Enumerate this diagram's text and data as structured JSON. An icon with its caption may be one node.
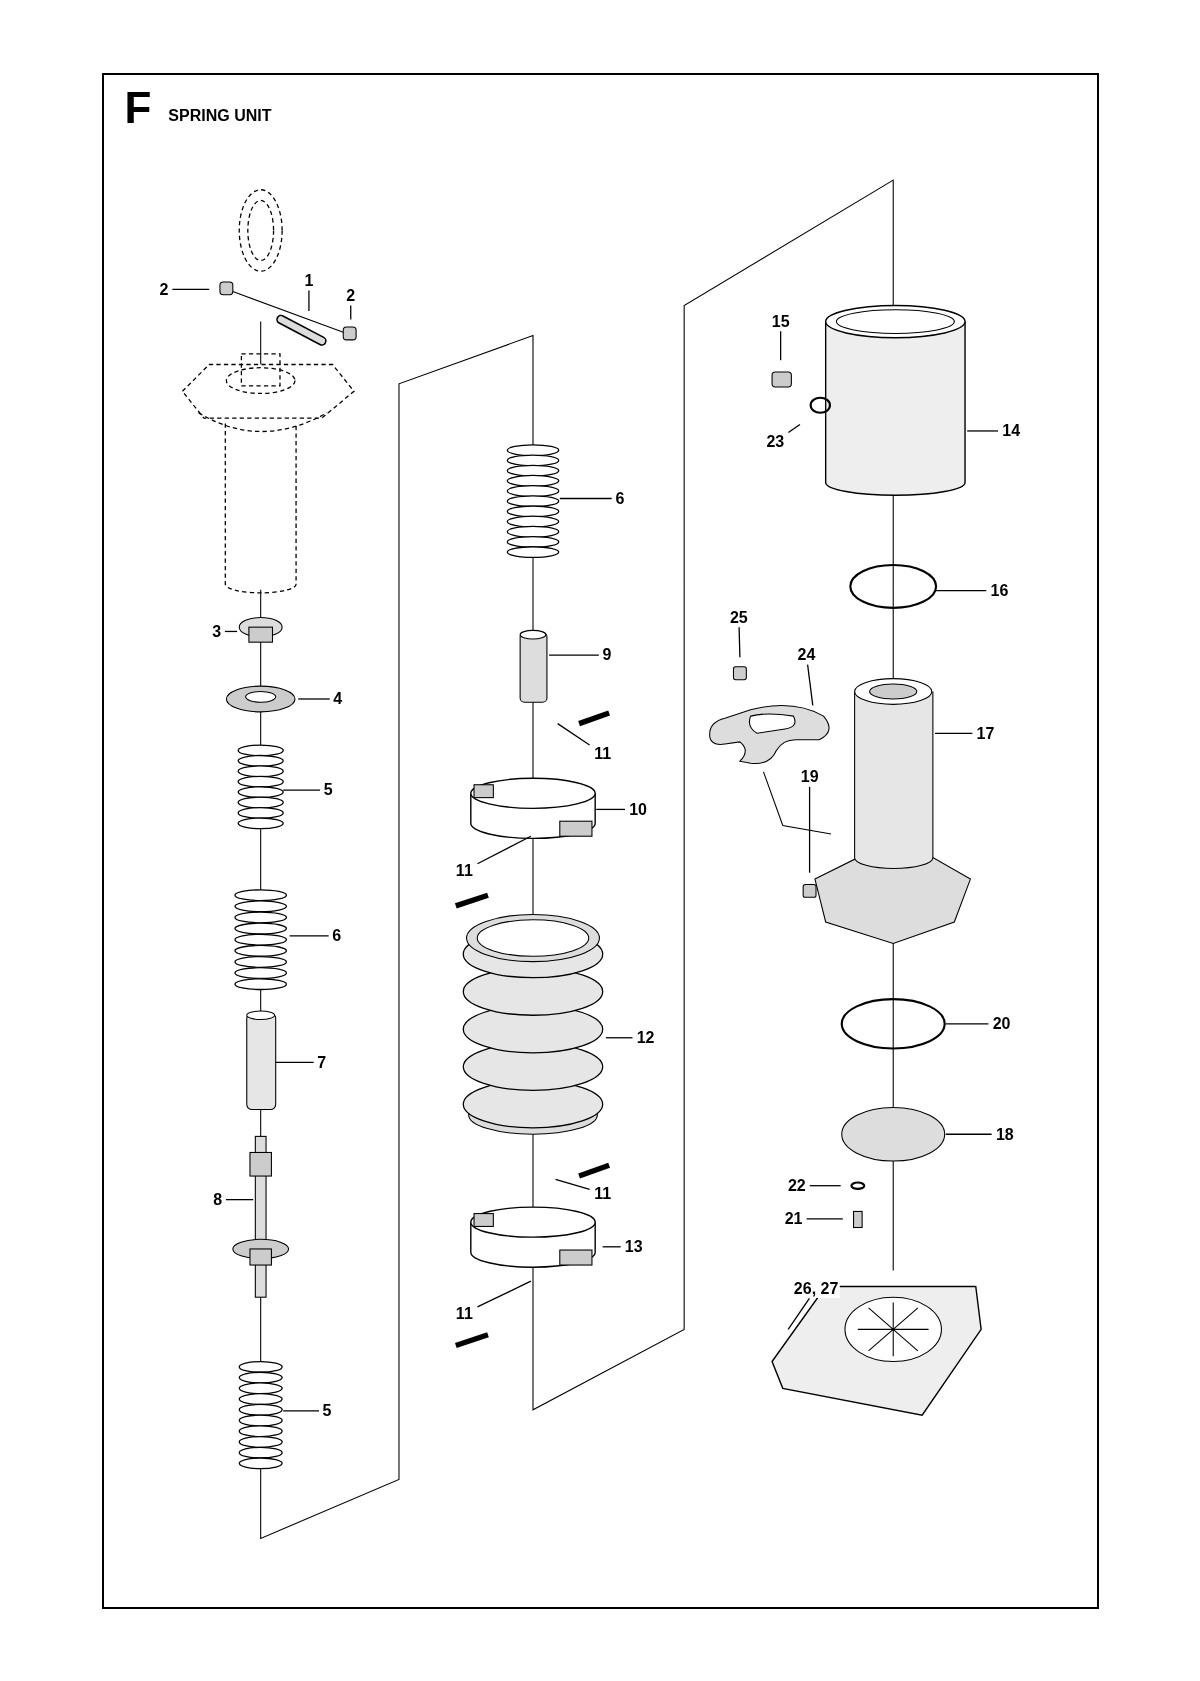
{
  "diagram": {
    "title": "SPRING UNIT",
    "nodes": [
      {
        "text": [
          "2"
        ]
      },
      {
        "text": [
          "1"
        ]
      },
      {
        "text": [
          "2"
        ]
      },
      {
        "text": [
          "3"
        ]
      },
      {
        "text": [
          "4"
        ]
      },
      {
        "text": [
          "5"
        ]
      },
      {
        "text": [
          "6"
        ]
      },
      {
        "text": [
          "7"
        ]
      },
      {
        "text": [
          "8"
        ]
      },
      {
        "text": [
          "5"
        ]
      },
      {
        "text": [
          "6"
        ]
      },
      {
        "text": [
          "9"
        ]
      },
      {
        "text": [
          "11"
        ]
      },
      {
        "text": [
          "10"
        ]
      },
      {
        "text": [
          "11"
        ]
      },
      {
        "text": [
          "12"
        ]
      },
      {
        "text": [
          "11"
        ]
      },
      {
        "text": [
          "13"
        ]
      },
      {
        "text": [
          "11"
        ]
      },
      {
        "text": [
          "15"
        ]
      },
      {
        "text": [
          "23"
        ]
      },
      {
        "text": [
          "14"
        ]
      },
      {
        "text": [
          "16"
        ]
      },
      {
        "text": [
          "25"
        ]
      },
      {
        "text": [
          "24"
        ]
      },
      {
        "text": [
          "17"
        ]
      },
      {
        "text": [
          "19"
        ]
      },
      {
        "text": [
          "20"
        ]
      },
      {
        "text": [
          "18"
        ]
      },
      {
        "text": [
          "22"
        ]
      },
      {
        "text": [
          "21"
        ]
      },
      {
        "text": [
          "26, 27"
        ]
      }
    ],
    "edges": [
      {
        "from": 0,
        "to": null,
        "arrow": "none"
      },
      {
        "from": 1,
        "to": null,
        "arrow": "none"
      },
      {
        "from": 2,
        "to": null,
        "arrow": "none"
      },
      {
        "from": 3,
        "to": null,
        "arrow": "none"
      },
      {
        "from": 4,
        "to": null,
        "arrow": "none"
      },
      {
        "from": 5,
        "to": null,
        "arrow": "none"
      },
      {
        "from": 6,
        "to": null,
        "arrow": "none"
      },
      {
        "from": 7,
        "to": null,
        "arrow": "none"
      },
      {
        "from": 8,
        "to": null,
        "arrow": "none"
      },
      {
        "from": 9,
        "to": null,
        "arrow": "none"
      },
      {
        "from": 10,
        "to": null,
        "arrow": "none"
      },
      {
        "from": 11,
        "to": null,
        "arrow": "none"
      },
      {
        "from": 12,
        "to": null,
        "arrow": "none"
      },
      {
        "from": 13,
        "to": null,
        "arrow": "none"
      },
      {
        "from": 14,
        "to": null,
        "arrow": "none"
      },
      {
        "from": 15,
        "to": null,
        "arrow": "none"
      },
      {
        "from": 16,
        "to": null,
        "arrow": "none"
      },
      {
        "from": 17,
        "to": null,
        "arrow": "none"
      },
      {
        "from": 18,
        "to": null,
        "arrow": "none"
      },
      {
        "from": 19,
        "to": null,
        "arrow": "none"
      },
      {
        "from": 20,
        "to": null,
        "arrow": "none"
      },
      {
        "from": 21,
        "to": null,
        "arrow": "none"
      },
      {
        "from": 22,
        "to": null,
        "arrow": "none"
      },
      {
        "from": 23,
        "to": null,
        "arrow": "none"
      },
      {
        "from": 24,
        "to": null,
        "arrow": "none"
      },
      {
        "from": 25,
        "to": null,
        "arrow": "none"
      },
      {
        "from": 26,
        "to": null,
        "arrow": "none"
      },
      {
        "from": 27,
        "to": null,
        "arrow": "none"
      },
      {
        "from": 28,
        "to": null,
        "arrow": "none"
      },
      {
        "from": 29,
        "to": null,
        "arrow": "none"
      },
      {
        "from": 30,
        "to": null,
        "arrow": "none"
      },
      {
        "from": 31,
        "to": null,
        "arrow": "none"
      }
    ],
    "labels": [
      "F"
    ]
  }
}
